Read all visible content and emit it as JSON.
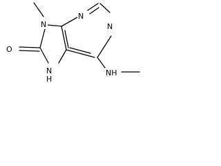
{
  "molecule": {
    "atoms": {
      "n1": "N",
      "n3": "N",
      "n7": "N",
      "n9": "N",
      "nh_methyl": "NH",
      "carbonyl_o": "O",
      "n7_h": "H"
    }
  },
  "colors": {
    "bond": "#000000",
    "label": "#000000",
    "background": "#ffffff"
  }
}
